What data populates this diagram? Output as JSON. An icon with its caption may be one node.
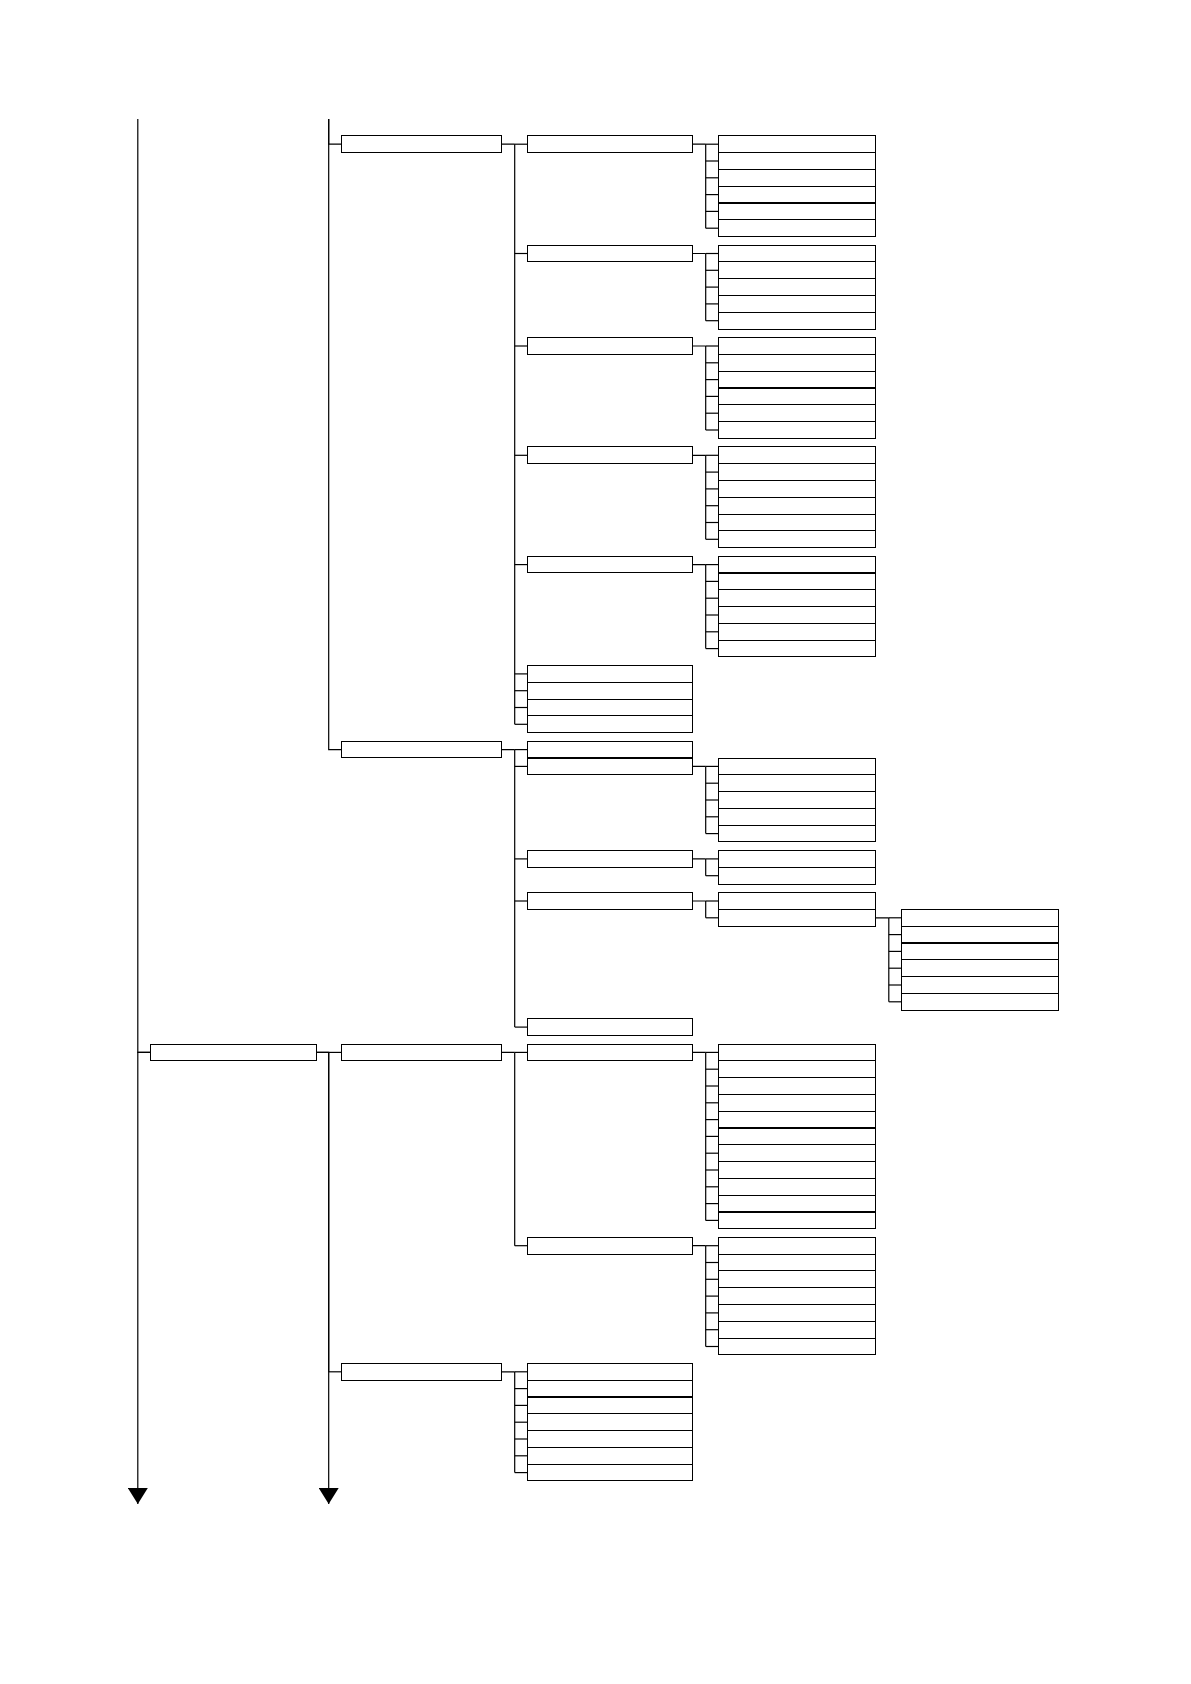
{
  "diagram": {
    "nodes": [
      {
        "text": [],
        "shape": "box"
      },
      {
        "text": [],
        "shape": "box"
      },
      {
        "text": [],
        "shape": "box"
      },
      {
        "text": [],
        "shape": "box"
      },
      {
        "text": [],
        "shape": "box"
      },
      {
        "text": [],
        "shape": "box"
      },
      {
        "text": [],
        "shape": "box"
      },
      {
        "text": [],
        "shape": "box"
      },
      {
        "text": [],
        "shape": "box"
      },
      {
        "text": [],
        "shape": "box"
      },
      {
        "text": [],
        "shape": "box"
      },
      {
        "text": [],
        "shape": "box"
      },
      {
        "text": [],
        "shape": "box"
      },
      {
        "text": [],
        "shape": "box"
      },
      {
        "text": [],
        "shape": "box"
      },
      {
        "text": [],
        "shape": "box"
      },
      {
        "text": [],
        "shape": "box"
      },
      {
        "text": [],
        "shape": "box"
      },
      {
        "text": [],
        "shape": "box"
      },
      {
        "text": [],
        "shape": "box"
      },
      {
        "text": [],
        "shape": "box"
      },
      {
        "text": [],
        "shape": "box"
      },
      {
        "text": [],
        "shape": "box"
      },
      {
        "text": [],
        "shape": "box"
      },
      {
        "text": [],
        "shape": "box"
      },
      {
        "text": [],
        "shape": "box"
      },
      {
        "text": [],
        "shape": "box"
      },
      {
        "text": [],
        "shape": "box"
      },
      {
        "text": [],
        "shape": "box"
      },
      {
        "text": [],
        "shape": "box"
      },
      {
        "text": [],
        "shape": "box"
      },
      {
        "text": [],
        "shape": "box"
      },
      {
        "text": [],
        "shape": "box"
      },
      {
        "text": [],
        "shape": "box"
      },
      {
        "text": [],
        "shape": "box"
      },
      {
        "text": [],
        "shape": "box"
      },
      {
        "text": [],
        "shape": "box"
      },
      {
        "text": [],
        "shape": "box"
      },
      {
        "text": [],
        "shape": "box"
      },
      {
        "text": [],
        "shape": "box"
      },
      {
        "text": [],
        "shape": "box"
      },
      {
        "text": [],
        "shape": "box"
      },
      {
        "text": [],
        "shape": "box"
      },
      {
        "text": [],
        "shape": "box"
      },
      {
        "text": [],
        "shape": "box"
      },
      {
        "text": [],
        "shape": "box"
      },
      {
        "text": [],
        "shape": "box"
      },
      {
        "text": [],
        "shape": "box"
      },
      {
        "text": [],
        "shape": "box"
      },
      {
        "text": [],
        "shape": "box"
      },
      {
        "text": [],
        "shape": "box"
      },
      {
        "text": [],
        "shape": "box"
      },
      {
        "text": [],
        "shape": "box"
      },
      {
        "text": [],
        "shape": "box"
      },
      {
        "text": [],
        "shape": "box"
      },
      {
        "text": [],
        "shape": "box"
      },
      {
        "text": [],
        "shape": "box"
      },
      {
        "text": [],
        "shape": "box"
      },
      {
        "text": [],
        "shape": "box"
      },
      {
        "text": [],
        "shape": "box"
      },
      {
        "text": [],
        "shape": "box"
      },
      {
        "text": [],
        "shape": "box"
      },
      {
        "text": [],
        "shape": "box"
      },
      {
        "text": [],
        "shape": "box"
      },
      {
        "text": [],
        "shape": "box"
      },
      {
        "text": [],
        "shape": "box"
      },
      {
        "text": [],
        "shape": "box"
      },
      {
        "text": [],
        "shape": "box"
      },
      {
        "text": [],
        "shape": "box"
      },
      {
        "text": [],
        "shape": "box"
      },
      {
        "text": [],
        "shape": "box"
      },
      {
        "text": [],
        "shape": "box"
      },
      {
        "text": [],
        "shape": "box"
      },
      {
        "text": [],
        "shape": "box"
      },
      {
        "text": [],
        "shape": "box"
      },
      {
        "text": [],
        "shape": "box"
      },
      {
        "text": [],
        "shape": "box"
      },
      {
        "text": [],
        "shape": "box"
      },
      {
        "text": [],
        "shape": "box"
      },
      {
        "text": [],
        "shape": "box"
      },
      {
        "text": [],
        "shape": "box"
      },
      {
        "text": [],
        "shape": "box"
      },
      {
        "text": [],
        "shape": "box"
      },
      {
        "text": [],
        "shape": "box"
      },
      {
        "text": [],
        "shape": "box"
      },
      {
        "text": [],
        "shape": "box"
      },
      {
        "text": [],
        "shape": "box"
      },
      {
        "text": [],
        "shape": "box"
      },
      {
        "text": [],
        "shape": "box"
      },
      {
        "text": [],
        "shape": "box"
      }
    ],
    "edges": [
      {
        "from": null,
        "to": 0,
        "arrow": "none"
      },
      {
        "from": null,
        "to": 39,
        "arrow": "none"
      },
      {
        "from": 0,
        "to": 1,
        "arrow": "none"
      },
      {
        "from": 0,
        "to": 8,
        "arrow": "none"
      },
      {
        "from": 0,
        "to": 14,
        "arrow": "none"
      },
      {
        "from": 0,
        "to": 21,
        "arrow": "none"
      },
      {
        "from": 0,
        "to": 28,
        "arrow": "none"
      },
      {
        "from": 0,
        "to": 35,
        "arrow": "none"
      },
      {
        "from": 0,
        "to": 36,
        "arrow": "none"
      },
      {
        "from": 0,
        "to": 37,
        "arrow": "none"
      },
      {
        "from": 0,
        "to": 38,
        "arrow": "none"
      },
      {
        "from": 1,
        "to": 2,
        "arrow": "none"
      },
      {
        "from": 1,
        "to": 3,
        "arrow": "none"
      },
      {
        "from": 1,
        "to": 4,
        "arrow": "none"
      },
      {
        "from": 1,
        "to": 5,
        "arrow": "none"
      },
      {
        "from": 1,
        "to": 6,
        "arrow": "none"
      },
      {
        "from": 1,
        "to": 7,
        "arrow": "none"
      },
      {
        "from": 8,
        "to": 9,
        "arrow": "none"
      },
      {
        "from": 8,
        "to": 10,
        "arrow": "none"
      },
      {
        "from": 8,
        "to": 11,
        "arrow": "none"
      },
      {
        "from": 8,
        "to": 12,
        "arrow": "none"
      },
      {
        "from": 8,
        "to": 13,
        "arrow": "none"
      },
      {
        "from": 14,
        "to": 15,
        "arrow": "none"
      },
      {
        "from": 14,
        "to": 16,
        "arrow": "none"
      },
      {
        "from": 14,
        "to": 17,
        "arrow": "none"
      },
      {
        "from": 14,
        "to": 18,
        "arrow": "none"
      },
      {
        "from": 14,
        "to": 19,
        "arrow": "none"
      },
      {
        "from": 14,
        "to": 20,
        "arrow": "none"
      },
      {
        "from": 21,
        "to": 22,
        "arrow": "none"
      },
      {
        "from": 21,
        "to": 23,
        "arrow": "none"
      },
      {
        "from": 21,
        "to": 24,
        "arrow": "none"
      },
      {
        "from": 21,
        "to": 25,
        "arrow": "none"
      },
      {
        "from": 21,
        "to": 26,
        "arrow": "none"
      },
      {
        "from": 21,
        "to": 27,
        "arrow": "none"
      },
      {
        "from": 28,
        "to": 29,
        "arrow": "none"
      },
      {
        "from": 28,
        "to": 30,
        "arrow": "none"
      },
      {
        "from": 28,
        "to": 31,
        "arrow": "none"
      },
      {
        "from": 28,
        "to": 32,
        "arrow": "none"
      },
      {
        "from": 28,
        "to": 33,
        "arrow": "none"
      },
      {
        "from": 28,
        "to": 34,
        "arrow": "none"
      },
      {
        "from": 39,
        "to": 40,
        "arrow": "none"
      },
      {
        "from": 39,
        "to": 41,
        "arrow": "none"
      },
      {
        "from": 39,
        "to": 47,
        "arrow": "none"
      },
      {
        "from": 39,
        "to": 50,
        "arrow": "none"
      },
      {
        "from": 39,
        "to": 59,
        "arrow": "none"
      },
      {
        "from": 41,
        "to": 42,
        "arrow": "none"
      },
      {
        "from": 41,
        "to": 43,
        "arrow": "none"
      },
      {
        "from": 41,
        "to": 44,
        "arrow": "none"
      },
      {
        "from": 41,
        "to": 45,
        "arrow": "none"
      },
      {
        "from": 41,
        "to": 46,
        "arrow": "none"
      },
      {
        "from": 47,
        "to": 48,
        "arrow": "none"
      },
      {
        "from": 47,
        "to": 49,
        "arrow": "none"
      },
      {
        "from": 50,
        "to": 51,
        "arrow": "none"
      },
      {
        "from": 50,
        "to": 52,
        "arrow": "none"
      },
      {
        "from": 52,
        "to": 53,
        "arrow": "none"
      },
      {
        "from": 52,
        "to": 54,
        "arrow": "none"
      },
      {
        "from": 52,
        "to": 55,
        "arrow": "none"
      },
      {
        "from": 52,
        "to": 56,
        "arrow": "none"
      },
      {
        "from": 52,
        "to": 57,
        "arrow": "none"
      },
      {
        "from": 52,
        "to": 58,
        "arrow": "none"
      },
      {
        "from": null,
        "to": 60,
        "arrow": "none"
      },
      {
        "from": 60,
        "to": 61,
        "arrow": "none"
      },
      {
        "from": 60,
        "to": 82,
        "arrow": "none"
      },
      {
        "from": 60,
        "to": null,
        "arrow": "to"
      },
      {
        "from": 60,
        "to": null,
        "arrow": "to"
      },
      {
        "from": 61,
        "to": 62,
        "arrow": "none"
      },
      {
        "from": 61,
        "to": 74,
        "arrow": "none"
      },
      {
        "from": 62,
        "to": 63,
        "arrow": "none"
      },
      {
        "from": 62,
        "to": 64,
        "arrow": "none"
      },
      {
        "from": 62,
        "to": 65,
        "arrow": "none"
      },
      {
        "from": 62,
        "to": 66,
        "arrow": "none"
      },
      {
        "from": 62,
        "to": 67,
        "arrow": "none"
      },
      {
        "from": 62,
        "to": 68,
        "arrow": "none"
      },
      {
        "from": 62,
        "to": 69,
        "arrow": "none"
      },
      {
        "from": 62,
        "to": 70,
        "arrow": "none"
      },
      {
        "from": 62,
        "to": 71,
        "arrow": "none"
      },
      {
        "from": 62,
        "to": 72,
        "arrow": "none"
      },
      {
        "from": 62,
        "to": 73,
        "arrow": "none"
      },
      {
        "from": 74,
        "to": 75,
        "arrow": "none"
      },
      {
        "from": 74,
        "to": 76,
        "arrow": "none"
      },
      {
        "from": 74,
        "to": 77,
        "arrow": "none"
      },
      {
        "from": 74,
        "to": 78,
        "arrow": "none"
      },
      {
        "from": 74,
        "to": 79,
        "arrow": "none"
      },
      {
        "from": 74,
        "to": 80,
        "arrow": "none"
      },
      {
        "from": 74,
        "to": 81,
        "arrow": "none"
      },
      {
        "from": 82,
        "to": 83,
        "arrow": "none"
      },
      {
        "from": 82,
        "to": 84,
        "arrow": "none"
      },
      {
        "from": 82,
        "to": 85,
        "arrow": "none"
      },
      {
        "from": 82,
        "to": 86,
        "arrow": "none"
      },
      {
        "from": 82,
        "to": 87,
        "arrow": "none"
      },
      {
        "from": 82,
        "to": 88,
        "arrow": "none"
      },
      {
        "from": 82,
        "to": 89,
        "arrow": "none"
      }
    ]
  }
}
